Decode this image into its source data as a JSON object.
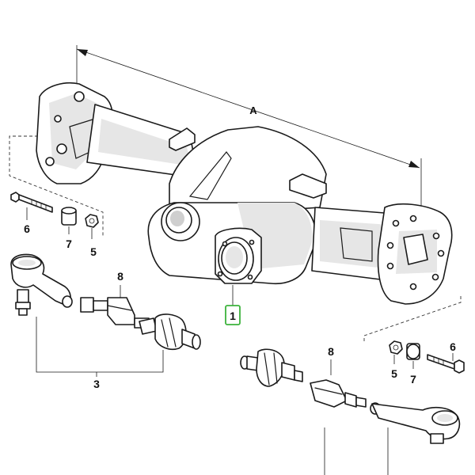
{
  "callouts": {
    "dimension_a": "A",
    "housing": "1",
    "tie_rod_left": "3",
    "bolt_left": "6",
    "bushing_left": "7",
    "nut_left": "5",
    "adjuster_left": "8",
    "adjuster_right": "8",
    "nut_right": "5",
    "bushing_right": "7",
    "bolt_right": "6"
  },
  "colors": {
    "line": "#1a1a1a",
    "highlight_box": "#3cb33c",
    "shade": "#e6e6e6"
  }
}
